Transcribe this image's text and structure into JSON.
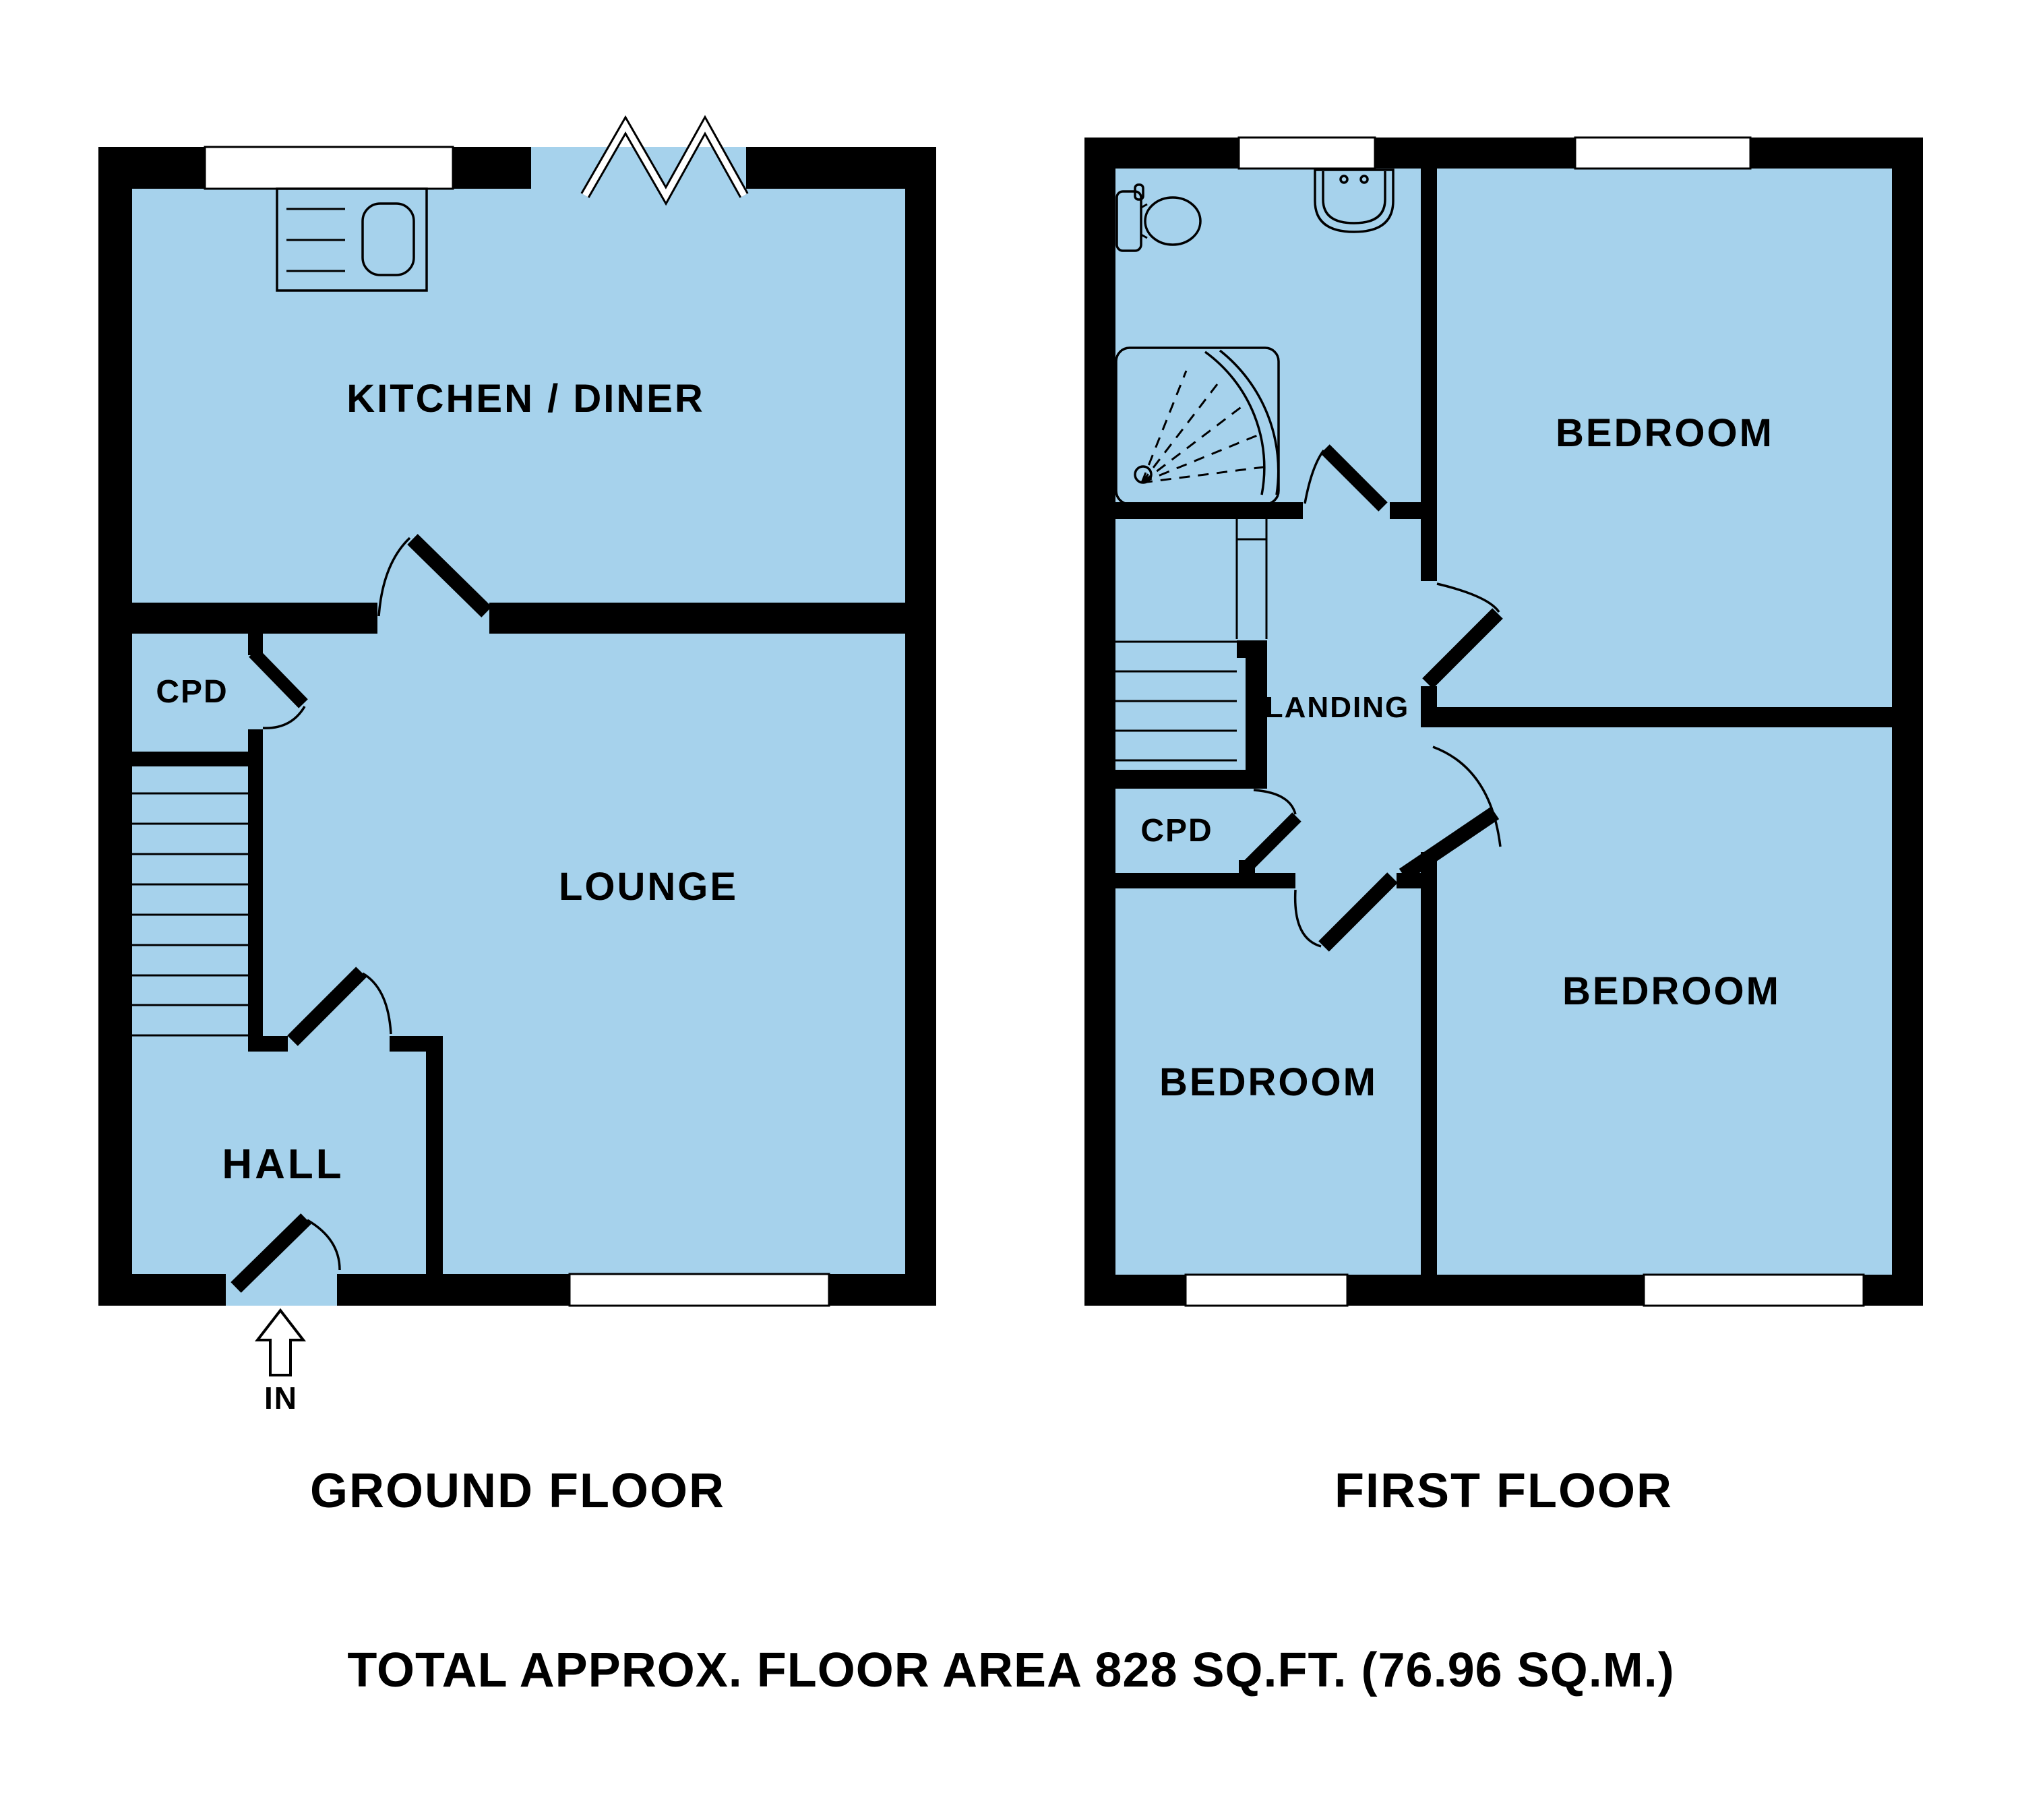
{
  "page": {
    "background": "#ffffff",
    "floor_color": "#a6d2ec",
    "wall_color": "#000000"
  },
  "ground_floor": {
    "title": "GROUND FLOOR",
    "rooms": {
      "kitchen_diner": "KITCHEN / DINER",
      "cpd": "CPD",
      "lounge": "LOUNGE",
      "hall": "HALL"
    },
    "entrance_label": "IN"
  },
  "first_floor": {
    "title": "FIRST FLOOR",
    "rooms": {
      "bedroom_top": "BEDROOM",
      "bedroom_bottom_right": "BEDROOM",
      "bedroom_bottom_left": "BEDROOM",
      "landing": "LANDING",
      "cpd": "CPD"
    }
  },
  "footer": {
    "total_area": "TOTAL APPROX. FLOOR AREA 828 SQ.FT. (76.96 SQ.M.)"
  }
}
